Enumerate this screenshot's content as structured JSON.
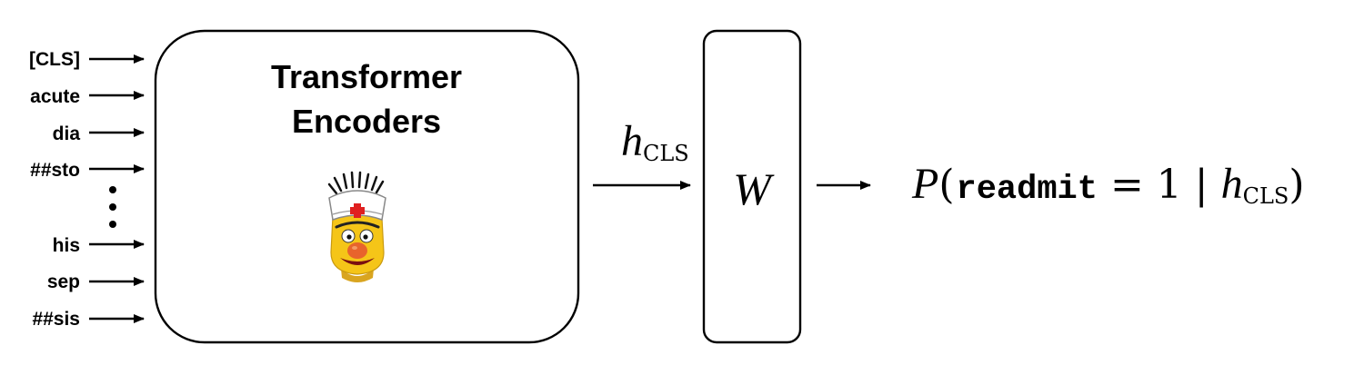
{
  "tokens": [
    "[CLS]",
    "acute",
    "dia",
    "##sto",
    "his",
    "sep",
    "##sis"
  ],
  "encoder": {
    "title_line1": "Transformer",
    "title_line2": "Encoders",
    "mascot_icon": "nurse-bert-mascot"
  },
  "hidden": {
    "symbol": "h",
    "subscript": "CLS"
  },
  "weight": {
    "symbol": "W"
  },
  "output": {
    "prob": "P",
    "open_paren": "(",
    "variable": "readmit",
    "equals_value": "= 1",
    "given_bar": "|",
    "symbol": "h",
    "subscript": "CLS",
    "close_paren": ")"
  },
  "colors": {
    "stroke": "#000000",
    "mascot_face": "#F5C518",
    "mascot_nose": "#E8642C",
    "red_cross": "#E02020"
  }
}
